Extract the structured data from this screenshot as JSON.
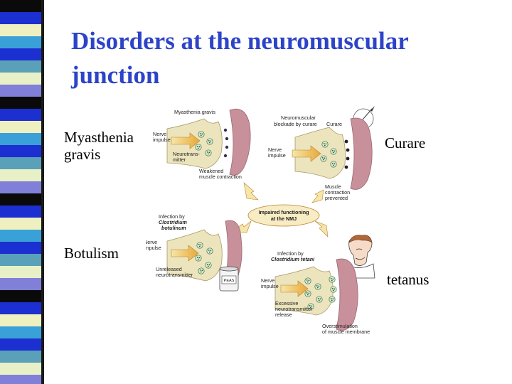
{
  "slide": {
    "title_line1": "Disorders at the neuromuscular",
    "title_line2": "junction",
    "labels": {
      "myasthenia_line1": "Myasthenia",
      "myasthenia_line2": "gravis",
      "curare": "Curare",
      "botulism": "Botulism",
      "tetanus": "tetanus"
    }
  },
  "diagram": {
    "myasthenia": {
      "heading": "Myasthenia gravis",
      "nerve_line1": "Nerve",
      "nerve_line2": "impulse",
      "neuro_line1": "Neurotrans-",
      "neuro_line2": "mitter",
      "weak_line1": "Weakened",
      "weak_line2": "muscle contraction"
    },
    "curare": {
      "heading_line1": "Neuromuscular",
      "heading_line2": "blockade by curare",
      "drug": "Curare",
      "nerve_line1": "Nerve",
      "nerve_line2": "impulse",
      "muscle_line1": "Muscle",
      "muscle_line2": "contraction",
      "muscle_line3": "prevented"
    },
    "center": {
      "line1": "Impaired functioning",
      "line2": "at the NMJ"
    },
    "botulism": {
      "heading_line1": "Infection by",
      "heading_line2": "Clostridium",
      "heading_line3": "botulinum",
      "nerve_line1": "Nerve",
      "nerve_line2": "impulse",
      "unreleased_line1": "Unreleased",
      "unreleased_line2": "neurotransmitter",
      "can_label": "PEAS"
    },
    "tetanus": {
      "heading_line1": "Infection by",
      "heading_line2": "Clostridium tetani",
      "nerve_line1": "Nerve",
      "nerve_line2": "impulse",
      "excess_line1": "Excessive",
      "excess_line2": "neurotransmitter",
      "excess_line3": "release",
      "over_line1": "Overstimulation",
      "over_line2": "of muscle membrane"
    }
  },
  "colors": {
    "title": "#2d43c8",
    "stripe": [
      "#0a0a0a",
      "#1c2fd0",
      "#eef0c0",
      "#3aa0d8",
      "#1c2fd0",
      "#5aa0b8",
      "#e8f0c8",
      "#8080d8"
    ],
    "nerve": "#e8e0b8",
    "muscle": "#c8909a",
    "arrow": "#f0c060"
  }
}
